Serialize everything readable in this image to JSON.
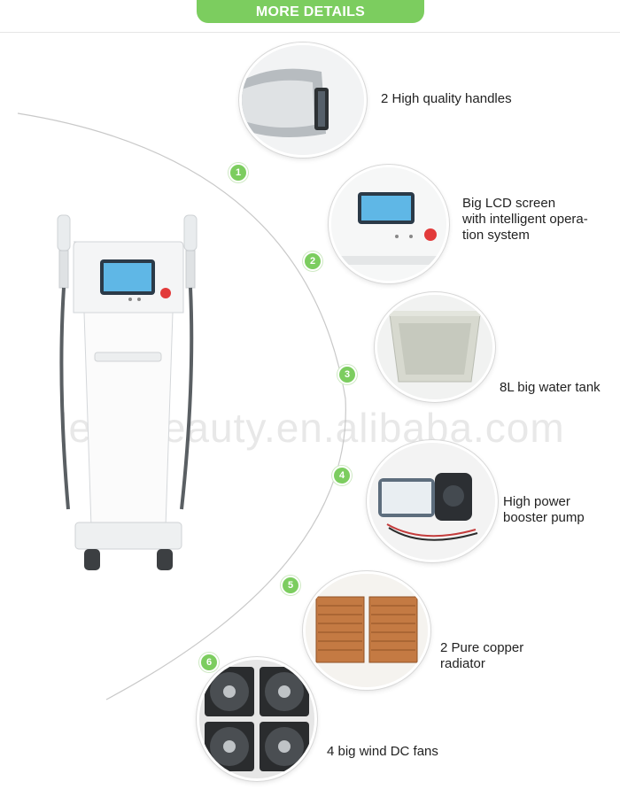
{
  "header": {
    "title": "MORE DETAILS"
  },
  "watermark": "leadbeauty.en.alibaba.com",
  "features": [
    {
      "number": "1",
      "lines": [
        "2 High quality handles"
      ],
      "icon": "handle-icon"
    },
    {
      "number": "2",
      "lines": [
        "Big LCD screen",
        "with intelligent opera-",
        "tion system"
      ],
      "icon": "lcd-screen-icon"
    },
    {
      "number": "3",
      "lines": [
        "8L big water tank"
      ],
      "icon": "water-tank-icon"
    },
    {
      "number": "4",
      "lines": [
        "High power",
        "booster pump"
      ],
      "icon": "booster-pump-icon"
    },
    {
      "number": "5",
      "lines": [
        "2 Pure copper",
        "radiator"
      ],
      "icon": "copper-radiator-icon"
    },
    {
      "number": "6",
      "lines": [
        "4 big wind DC fans"
      ],
      "icon": "dc-fan-icon"
    }
  ],
  "colors": {
    "accent": "#7ccd5f",
    "text": "#222222"
  }
}
